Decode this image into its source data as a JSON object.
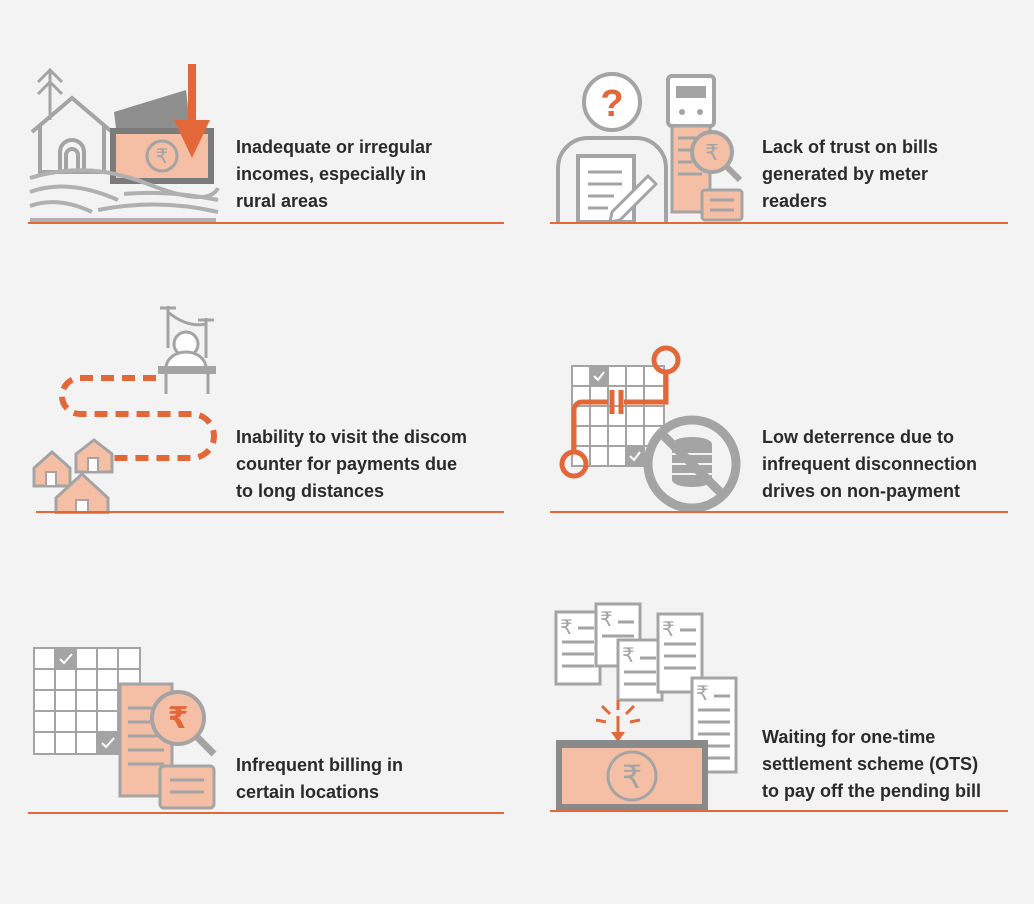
{
  "colors": {
    "accent": "#e2683a",
    "accent_light": "#f4bfa4",
    "gray": "#a4a4a4",
    "background": "#f3f3f3",
    "text": "#2a2a2a"
  },
  "items": [
    {
      "id": "rural-income",
      "icon": "rural-income-drop-icon",
      "lines": [
        "Inadequate or irregular",
        "incomes, especially in",
        "rural areas"
      ]
    },
    {
      "id": "bill-trust",
      "icon": "meter-reader-doubt-icon",
      "lines": [
        "Lack of trust on bills",
        "generated by meter",
        "readers"
      ]
    },
    {
      "id": "distance",
      "icon": "distance-to-counter-icon",
      "lines": [
        "Inability to visit the discom",
        "counter for payments due",
        "to long distances"
      ]
    },
    {
      "id": "deterrence",
      "icon": "no-disconnection-icon",
      "lines": [
        "Low deterrence due to",
        "infrequent disconnection",
        "drives on non-payment"
      ]
    },
    {
      "id": "billing",
      "icon": "infrequent-billing-icon",
      "lines": [
        "Infrequent billing in",
        "certain locations"
      ]
    },
    {
      "id": "ots",
      "icon": "pending-bills-icon",
      "lines": [
        "Waiting for one-time",
        "settlement scheme (OTS)",
        "to pay off the pending bill"
      ]
    }
  ]
}
